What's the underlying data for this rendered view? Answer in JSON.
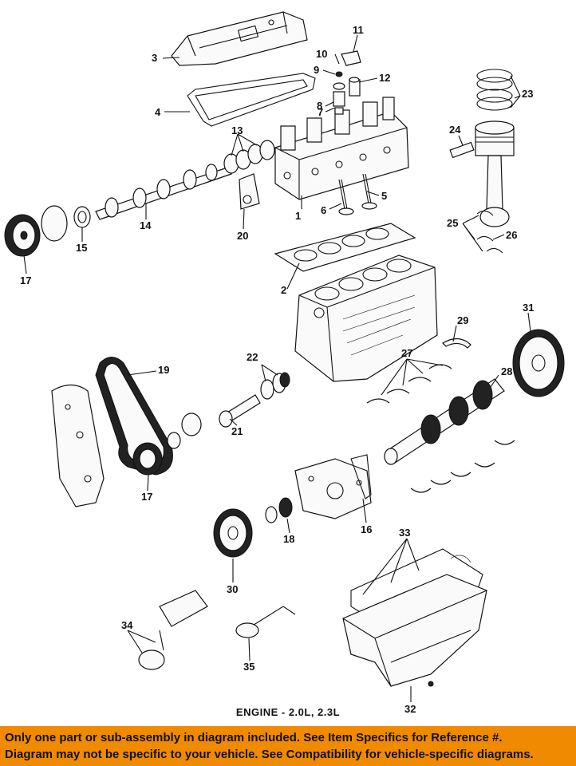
{
  "diagram": {
    "caption": "ENGINE - 2.0L, 2.3L",
    "callouts": [
      "1",
      "2",
      "3",
      "4",
      "5",
      "6",
      "7",
      "8",
      "9",
      "10",
      "11",
      "12",
      "13",
      "14",
      "15",
      "16",
      "17",
      "17",
      "18",
      "19",
      "20",
      "21",
      "22",
      "23",
      "24",
      "25",
      "26",
      "27",
      "28",
      "29",
      "30",
      "31",
      "32",
      "33",
      "34",
      "35"
    ]
  },
  "banner": {
    "line1": "Only one part or sub-assembly in diagram included. See Item Specifics for Reference #.",
    "line2": "Diagram may not be specific to your vehicle. See Compatibility for vehicle-specific diagrams.",
    "background": "#f08a00"
  }
}
